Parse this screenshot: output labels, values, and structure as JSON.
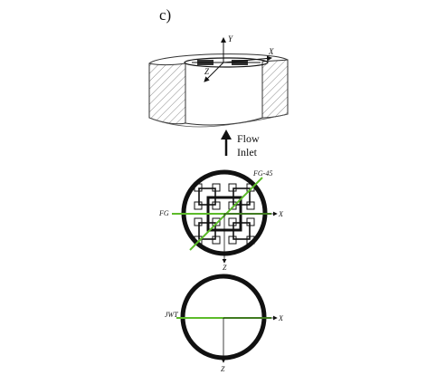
{
  "panel_label": "c)",
  "nozzle_view": {
    "axis_labels": {
      "y": "Y",
      "x": "X",
      "z": "Z"
    }
  },
  "flow_arrow": {
    "label_line1": "Flow",
    "label_line2": "Inlet"
  },
  "grid_view": {
    "diagonal_label": "FG-45",
    "horizontal_label": "FG",
    "x_axis_label": "X",
    "z_axis_label": "Z"
  },
  "jet_view": {
    "horizontal_label": "JWT",
    "x_axis_label": "X",
    "z_axis_label": "Z"
  },
  "colors": {
    "line": "#111111",
    "hatch": "#777777",
    "traverse_green": "#5cbb2a",
    "background": "#ffffff"
  }
}
